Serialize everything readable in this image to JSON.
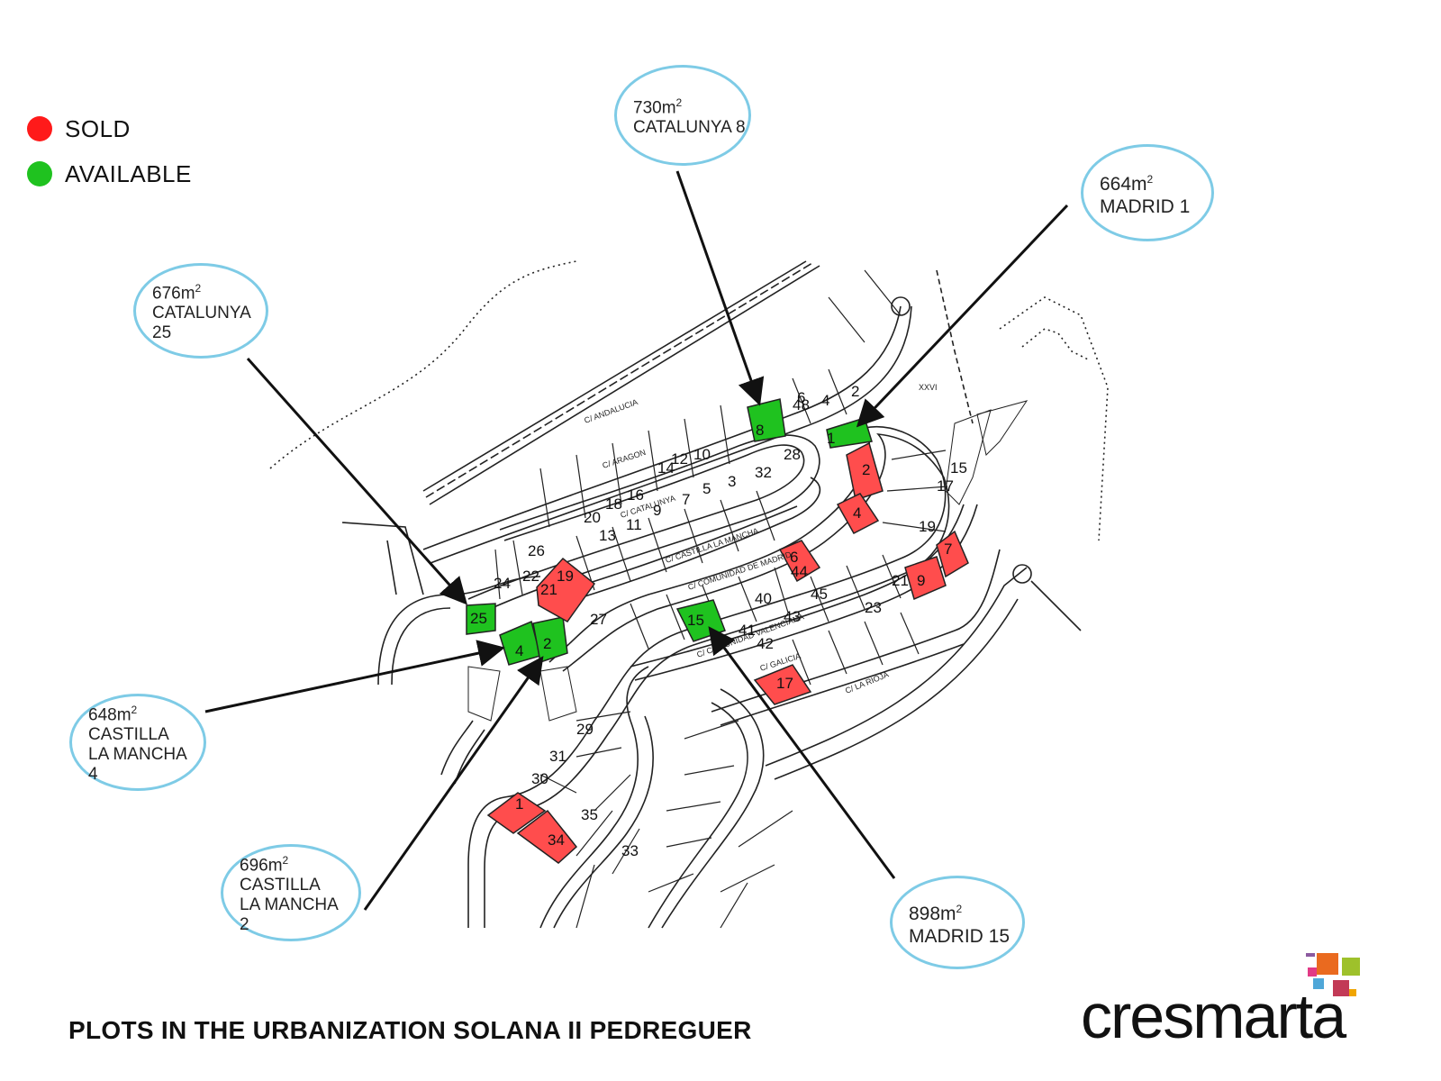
{
  "legend": {
    "sold": {
      "label": "SOLD",
      "color": "#ff1a1a"
    },
    "available": {
      "label": "AVAILABLE",
      "color": "#1fc21f"
    }
  },
  "callouts": [
    {
      "id": "catalunya-8",
      "area": "730m",
      "name": "CATALUNYA 8"
    },
    {
      "id": "madrid-1",
      "area": "664m",
      "name": "MADRID 1"
    },
    {
      "id": "catalunya-25",
      "area": "676m",
      "name": "CATALUNYA 25"
    },
    {
      "id": "castilla-la-mancha-4",
      "area": "648m",
      "name": "CASTILLA LA MANCHA 4"
    },
    {
      "id": "castilla-la-mancha-2",
      "area": "696m",
      "name": "CASTILLA LA MANCHA 2"
    },
    {
      "id": "madrid-15",
      "area": "898m",
      "name": "MADRID 15"
    }
  ],
  "streets": {
    "andalucia": "C/ ANDALUCIA",
    "aragon": "C/ ARAGON",
    "catalunya": "C/ CATALUNYA",
    "castilla": "C/ CASTILLA LA MANCHA",
    "madrid": "C/ COMUNIDAD DE MADRID",
    "valenciana": "C/ COMUNIDAD VALENCIANA",
    "galicia": "C/ GALICIA",
    "rioja": "C/ LA RIOJA",
    "zone": "XXVI"
  },
  "plots": {
    "green": [
      "8",
      "1",
      "25",
      "4",
      "2",
      "15"
    ],
    "red": [
      "19",
      "21",
      "2",
      "4",
      "6",
      "7",
      "9",
      "17",
      "1",
      "34"
    ],
    "labels": [
      "2",
      "4",
      "6",
      "10",
      "12",
      "14",
      "16",
      "18",
      "20",
      "22",
      "24",
      "26",
      "28",
      "32",
      "3",
      "5",
      "7",
      "9",
      "11",
      "13",
      "15",
      "17",
      "19",
      "21",
      "23",
      "27",
      "29",
      "31",
      "30",
      "33",
      "35",
      "40",
      "41",
      "42",
      "43",
      "44",
      "45",
      "48"
    ]
  },
  "title": "PLOTS IN THE URBANIZATION SOLANA II PEDREGUER",
  "brand": {
    "name": "cresmarta"
  }
}
